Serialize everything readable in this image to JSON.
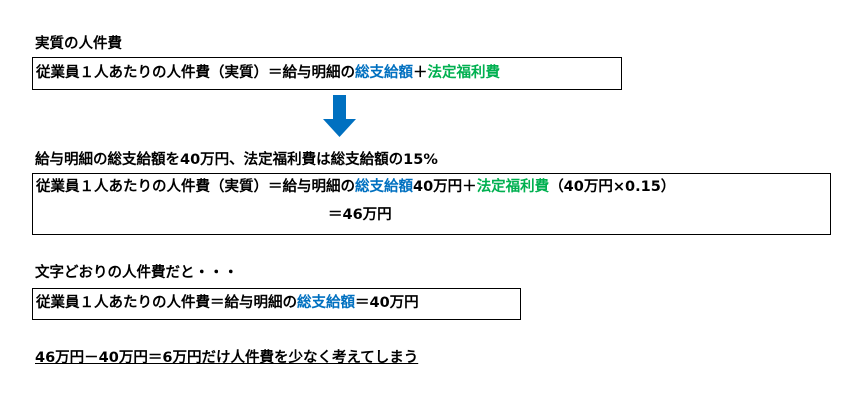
{
  "section1": {
    "heading": "実質の人件費",
    "formula": {
      "lhs": "従業員１人あたりの人件費（実質）＝給与明細の",
      "gross": "総支給額",
      "plus": "＋",
      "welfare": "法定福利費"
    }
  },
  "section2": {
    "heading": "給与明細の総支給額を40万円、法定福利費は総支給額の15%",
    "formula": {
      "lhs": "従業員１人あたりの人件費（実質）＝給与明細の",
      "gross": "総支給額",
      "gross_value": "40万円＋",
      "welfare": "法定福利費",
      "welfare_calc": "（40万円×0.15）",
      "result": "＝46万円"
    }
  },
  "section3": {
    "heading": "文字どおりの人件費だと・・・",
    "formula": {
      "lhs": "従業員１人あたりの人件費＝給与明細の",
      "gross": "総支給額",
      "rhs": "＝40万円"
    }
  },
  "conclusion": "46万円－40万円＝6万円だけ人件費を少なく考えてしまう",
  "colors": {
    "gross": "#0070C0",
    "welfare": "#00B050",
    "arrow": "#0070C0"
  }
}
